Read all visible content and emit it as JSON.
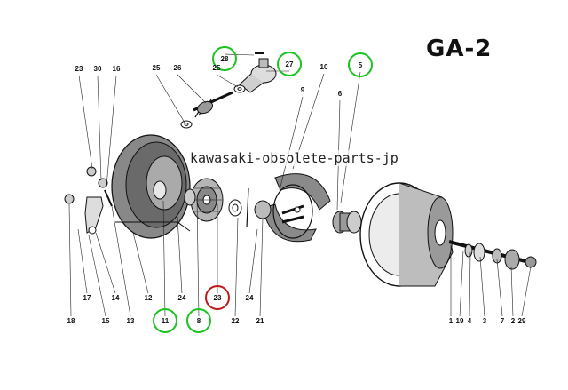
{
  "page": {
    "title": "GA-2",
    "watermark": "kawasaki-obsolete-parts-jp"
  },
  "highlight_colors": {
    "green": "#19c41e",
    "red": "#c01818"
  },
  "callouts": [
    {
      "label": "28",
      "highlight": "green"
    },
    {
      "label": "27",
      "highlight": "green"
    },
    {
      "label": "26"
    },
    {
      "label": "25"
    },
    {
      "label": "25"
    },
    {
      "label": "10"
    },
    {
      "label": "5",
      "highlight": "green"
    },
    {
      "label": "23"
    },
    {
      "label": "30"
    },
    {
      "label": "16"
    },
    {
      "label": "9"
    },
    {
      "label": "6"
    },
    {
      "label": "17"
    },
    {
      "label": "14"
    },
    {
      "label": "12"
    },
    {
      "label": "24"
    },
    {
      "label": "24"
    },
    {
      "label": "18"
    },
    {
      "label": "15"
    },
    {
      "label": "13"
    },
    {
      "label": "11",
      "highlight": "green"
    },
    {
      "label": "8",
      "highlight": "green"
    },
    {
      "label": "23",
      "highlight": "red"
    },
    {
      "label": "22"
    },
    {
      "label": "21"
    },
    {
      "label": "1"
    },
    {
      "label": "19"
    },
    {
      "label": "4"
    },
    {
      "label": "3"
    },
    {
      "label": "7"
    },
    {
      "label": "2"
    },
    {
      "label": "29"
    }
  ]
}
